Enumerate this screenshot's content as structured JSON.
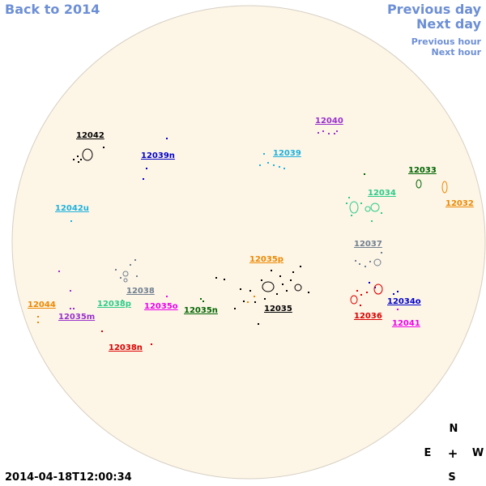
{
  "nav": {
    "back_label": "Back to 2014",
    "prev_day_label": "Previous day",
    "next_day_label": "Next day",
    "prev_hour_label": "Previous hour",
    "next_hour_label": "Next hour"
  },
  "timestamp": "2014-04-18T12:00:34",
  "compass": {
    "north": "N",
    "south": "S",
    "east": "E",
    "west": "W",
    "center": "+"
  },
  "colors": {
    "disk_fill": "#fdf5e6",
    "disk_edge": "#d6d0c4",
    "link": "#6d8fd6"
  },
  "regions": [
    {
      "id": "12042",
      "label": "12042",
      "color": "#000000"
    },
    {
      "id": "12039n",
      "label": "12039n",
      "color": "#0000cc"
    },
    {
      "id": "12040",
      "label": "12040",
      "color": "#9932cc"
    },
    {
      "id": "12039",
      "label": "12039",
      "color": "#20b2dd"
    },
    {
      "id": "12033",
      "label": "12033",
      "color": "#006400"
    },
    {
      "id": "12034",
      "label": "12034",
      "color": "#2ecc8a"
    },
    {
      "id": "12032",
      "label": "12032",
      "color": "#ee8800"
    },
    {
      "id": "12042u",
      "label": "12042u",
      "color": "#20b2dd"
    },
    {
      "id": "12037",
      "label": "12037",
      "color": "#708090"
    },
    {
      "id": "12035p",
      "label": "12035p",
      "color": "#ee8800"
    },
    {
      "id": "12038",
      "label": "12038",
      "color": "#708090"
    },
    {
      "id": "12038p",
      "label": "12038p",
      "color": "#2ecc8a"
    },
    {
      "id": "12035o",
      "label": "12035o",
      "color": "#ee00ee"
    },
    {
      "id": "12035n",
      "label": "12035n",
      "color": "#006400"
    },
    {
      "id": "12035",
      "label": "12035",
      "color": "#000000"
    },
    {
      "id": "12044",
      "label": "12044",
      "color": "#ee8800"
    },
    {
      "id": "12035m",
      "label": "12035m",
      "color": "#9932cc"
    },
    {
      "id": "12034o",
      "label": "12034o",
      "color": "#0000cc"
    },
    {
      "id": "12036",
      "label": "12036",
      "color": "#dd0000"
    },
    {
      "id": "12041",
      "label": "12041",
      "color": "#ee00ee"
    },
    {
      "id": "12038n",
      "label": "12038n",
      "color": "#dd0000"
    }
  ]
}
